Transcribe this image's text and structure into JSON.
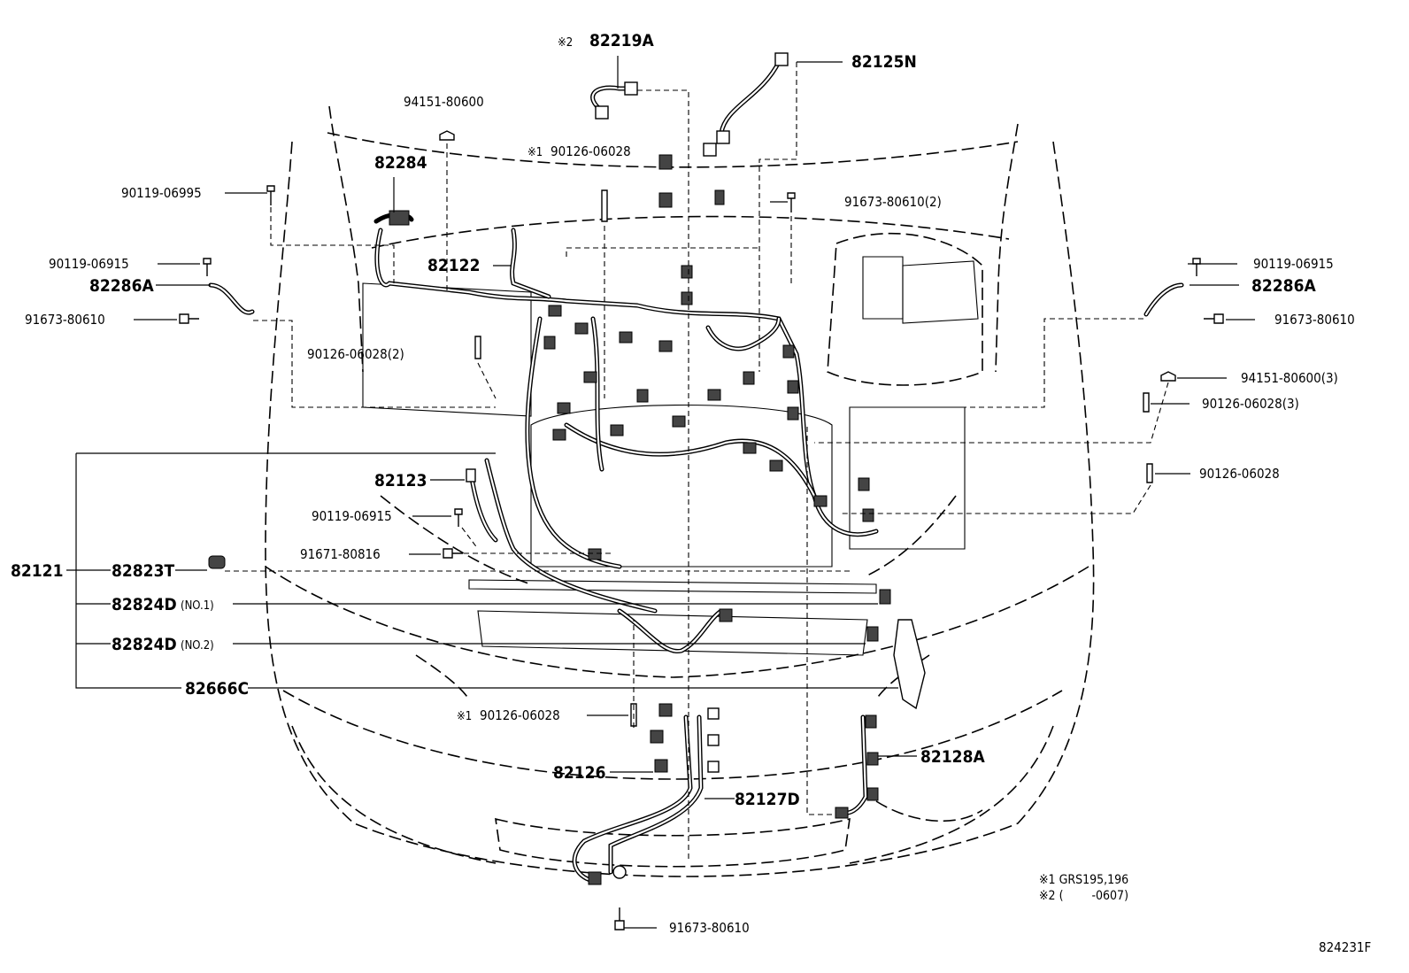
{
  "labels": {
    "p82219A": "82219A",
    "p82219A_mark": "※2",
    "p82125N": "82125N",
    "p94151_80600": "94151-80600",
    "p90126_06028_top": "90126-06028",
    "p90126_06028_top_mark": "※1",
    "p82284": "82284",
    "p90119_06995": "90119-06995",
    "p91673_80610_2": "91673-80610(2)",
    "p90119_06915_L": "90119-06915",
    "p82122": "82122",
    "p82286A_L": "82286A",
    "p91673_80610_L": "91673-80610",
    "p90126_06028_2": "90126-06028(2)",
    "p90119_06915_R": "90119-06915",
    "p82286A_R": "82286A",
    "p91673_80610_R": "91673-80610",
    "p94151_80600_3": "94151-80600(3)",
    "p90126_06028_3": "90126-06028(3)",
    "p90126_06028_R": "90126-06028",
    "p82123": "82123",
    "p90119_06915_C": "90119-06915",
    "p91671_80816": "91671-80816",
    "p82121": "82121",
    "p82823T": "82823T",
    "p82824D_1": "82824D",
    "p82824D_1_note": "(NO.1)",
    "p82824D_2": "82824D",
    "p82824D_2_note": "(NO.2)",
    "p82666C": "82666C",
    "p90126_06028_bot": "90126-06028",
    "p90126_06028_bot_mark": "※1",
    "p82126": "82126",
    "p82128A": "82128A",
    "p82127D": "82127D",
    "p91673_80610_bot": "91673-80610"
  },
  "footnotes": [
    "※1 GRS195,196",
    "※2 (        -0607)"
  ],
  "reference": "824231F"
}
